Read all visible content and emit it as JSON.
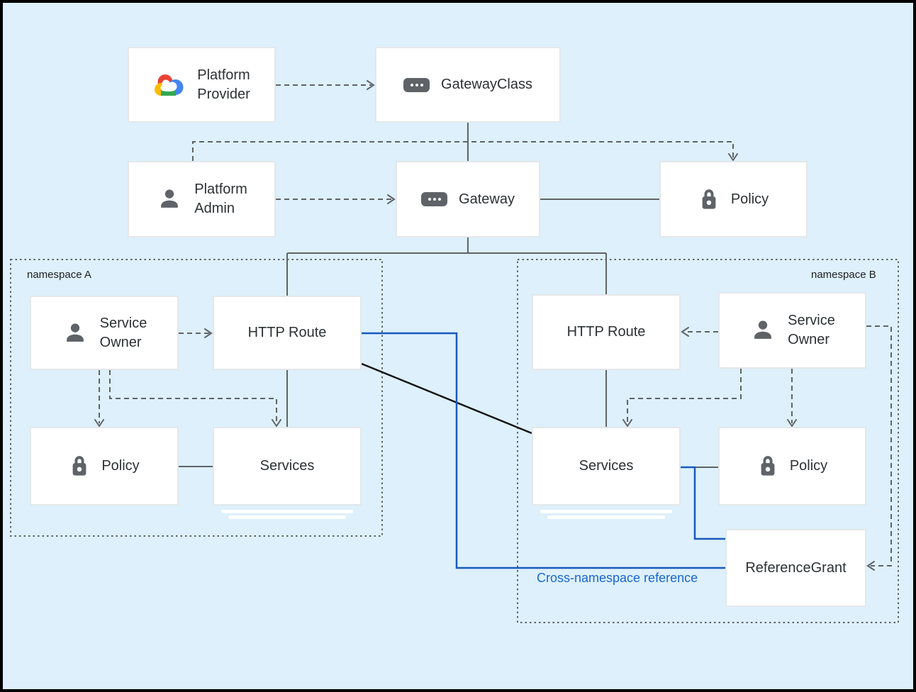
{
  "nodes": {
    "platform_provider": {
      "line1": "Platform",
      "line2": "Provider"
    },
    "gateway_class": {
      "label": "GatewayClass"
    },
    "platform_admin": {
      "line1": "Platform",
      "line2": "Admin"
    },
    "gateway": {
      "label": "Gateway"
    },
    "policy_top": {
      "label": "Policy"
    },
    "service_owner_a": {
      "line1": "Service",
      "line2": "Owner"
    },
    "http_route_a": {
      "label": "HTTP Route"
    },
    "policy_a": {
      "label": "Policy"
    },
    "services_a": {
      "label": "Services"
    },
    "http_route_b": {
      "label": "HTTP Route"
    },
    "service_owner_b": {
      "line1": "Service",
      "line2": "Owner"
    },
    "services_b": {
      "label": "Services"
    },
    "policy_b": {
      "label": "Policy"
    },
    "reference_grant": {
      "label": "ReferenceGrant"
    }
  },
  "namespaces": {
    "a": {
      "label": "namespace A"
    },
    "b": {
      "label": "namespace B"
    }
  },
  "annotations": {
    "cross_namespace_reference": "Cross-namespace reference"
  },
  "colors": {
    "background": "#ddf0fb",
    "frame": "#000000",
    "box_border": "#e4e7ea",
    "line_gray": "#5f6368",
    "line_black": "#111111",
    "line_blue": "#185abc",
    "annotation_blue": "#1967d2",
    "text": "#2d3134",
    "icon_gray": "#5f6368",
    "gcp_red": "#ea4335",
    "gcp_blue": "#4285f4",
    "gcp_yellow": "#fbbc04",
    "gcp_green": "#34a853"
  }
}
